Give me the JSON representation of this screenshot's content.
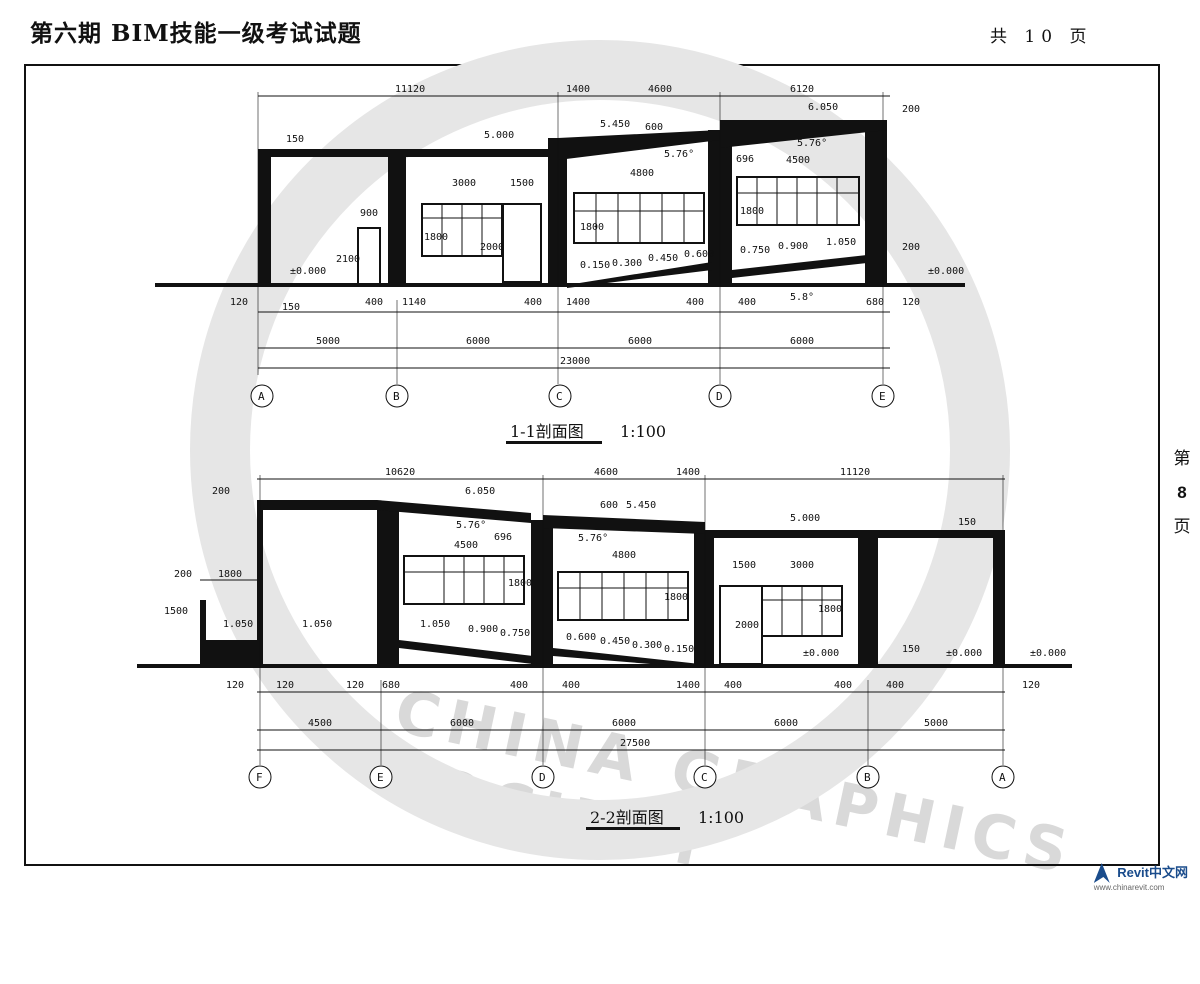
{
  "header": {
    "title": "第六期 BIM技能一级考试试题",
    "total_pages": "共 10 页"
  },
  "page_indicator": {
    "prefix": "第",
    "number": "8",
    "suffix": "页"
  },
  "watermark": {
    "text": "CHINA GRAPHICS SOCIETY"
  },
  "logo": {
    "brand": "Revit中文网",
    "url": "www.chinarevit.com"
  },
  "section_1": {
    "title": "1-1剖面图",
    "scale": "1:100",
    "top_dims": [
      "11120",
      "1400",
      "4600",
      "6120"
    ],
    "elevations": [
      "5.000",
      "5.450",
      "6.050",
      "±0.000",
      "±0.000",
      "0.150",
      "0.300",
      "0.450",
      "0.600",
      "0.750",
      "0.900",
      "1.050"
    ],
    "slopes": [
      "5.76°",
      "5.76°",
      "5.8°"
    ],
    "window_dims": [
      "3000",
      "1500",
      "4800",
      "4500",
      "900",
      "2100",
      "1800",
      "1800",
      "1800",
      "2000",
      "696",
      "600",
      "200",
      "200",
      "150",
      "150"
    ],
    "bottom_dims": [
      "120",
      "400",
      "1140",
      "400",
      "1400",
      "400",
      "400",
      "680",
      "120"
    ],
    "grid_dims": [
      "5000",
      "6000",
      "6000",
      "6000"
    ],
    "total": "23000",
    "axes": [
      "A",
      "B",
      "C",
      "D",
      "E"
    ]
  },
  "section_2": {
    "title": "2-2剖面图",
    "scale": "1:100",
    "top_dims": [
      "10620",
      "4600",
      "1400",
      "11120"
    ],
    "elevations": [
      "6.050",
      "5.450",
      "5.000",
      "1.050",
      "1.050",
      "1.050",
      "0.900",
      "0.750",
      "0.600",
      "0.450",
      "0.300",
      "0.150",
      "±0.000",
      "±0.000",
      "±0.000"
    ],
    "slopes": [
      "5.76°",
      "5.76°"
    ],
    "window_dims": [
      "4500",
      "4800",
      "1500",
      "3000",
      "200",
      "1800",
      "1500",
      "696",
      "600",
      "1800",
      "1800",
      "1800",
      "2000",
      "200",
      "150",
      "150"
    ],
    "bottom_dims": [
      "120",
      "120",
      "120",
      "680",
      "400",
      "400",
      "1400",
      "400",
      "400",
      "400",
      "120"
    ],
    "grid_dims": [
      "4500",
      "6000",
      "6000",
      "6000",
      "5000"
    ],
    "total": "27500",
    "axes": [
      "F",
      "E",
      "D",
      "C",
      "B",
      "A"
    ]
  }
}
